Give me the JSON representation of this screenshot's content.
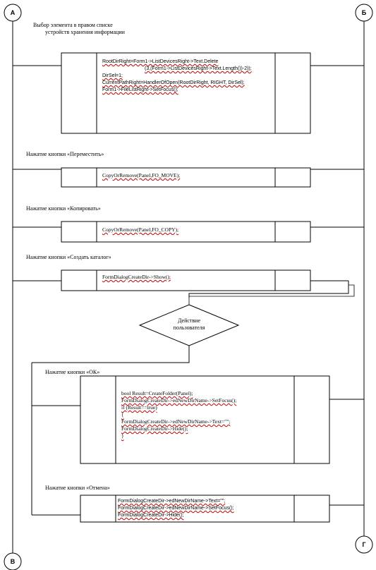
{
  "connectors": {
    "a": "А",
    "b": "Б",
    "v": "В",
    "g": "Г"
  },
  "labels": {
    "select_right": [
      "Выбор элемента в правом списке",
      "устройств хранения информации"
    ],
    "move": "Нажатие кнопки «Переместить»",
    "copy": "Нажатие кнопки «Копировать»",
    "create": "Нажатие кнопки «Создать каталог»",
    "ok": "Нажатие кнопки «ОК»",
    "cancel": "Нажатие кнопки «Отмена»"
  },
  "decision": [
    "Действие",
    "пользователя"
  ],
  "code": {
    "select_right": [
      "RootDirRight=Form1->ListDevicesRight->Text.Delete",
      "(3,(Form1->ListDevicesRight->Text.Length())-2));",
      "DirSel=1;",
      "CurrentPathRight=HandlerOfOpen(RootDirRight, RIGHT, DirSel);",
      "Form1->FileListRight->SetFocus();"
    ],
    "move": [
      "CopyOrRemove(Panel,FO_MOVE);"
    ],
    "copy": [
      "CopyOrRemove(Panel,FO_COPY);"
    ],
    "create": [
      "FormDialogCreateDir->Show();"
    ],
    "ok": [
      "bool Result=CreateFolder(Panel);",
      "FormDialogCreateDir->edNewDirName->SetFocus();",
      "if (Result==true)",
      "{",
      "FormDialogCreateDir->edNewDirName->Text=\"\";",
      "FormDialogCreateDir->Hide();",
      "}"
    ],
    "cancel": [
      "FormDialogCreateDir->edNewDirName->Text=\"\";",
      "FormDialogCreateDir->edNewDirName->SetFocus();",
      "FormDialogCreateDir->Hide();"
    ]
  }
}
